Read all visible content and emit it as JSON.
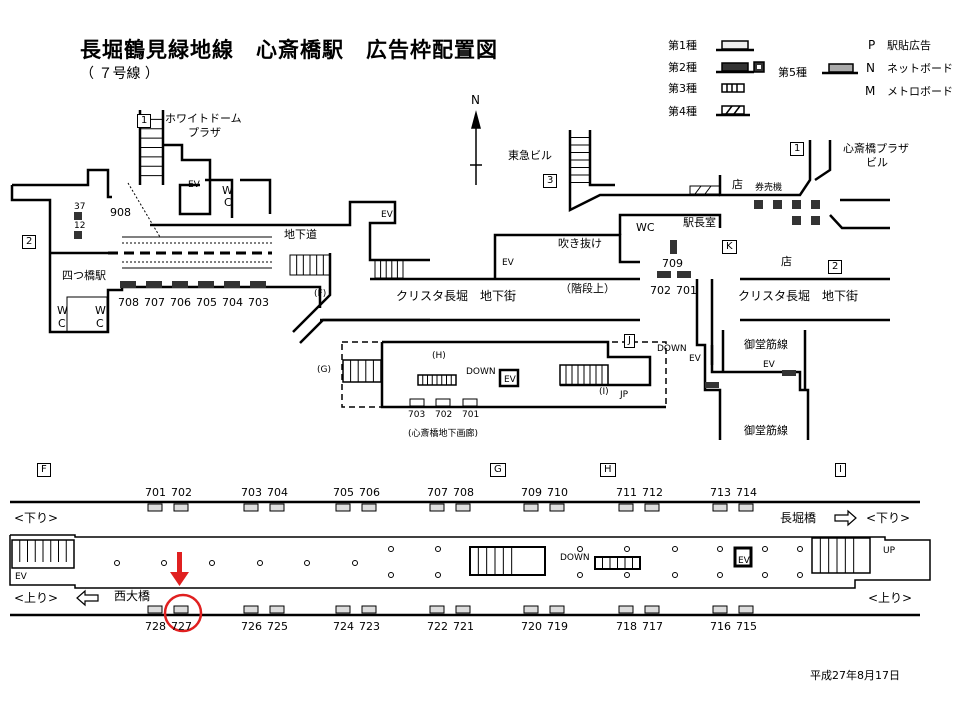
{
  "title": "長堀鶴見緑地線　心斎橋駅　広告枠配置図",
  "line": "（ ７号線 ）",
  "legend": {
    "type1": "第1種",
    "type2": "第2種",
    "type3": "第3種",
    "type4": "第4種",
    "type5": "第5種",
    "p_key": "P",
    "p_label": "駅貼広告",
    "n_key": "N",
    "n_label": "ネットボード",
    "m_key": "M",
    "m_label": "メトロボード"
  },
  "compass": "N",
  "concourse": {
    "exit1_left": "1",
    "white_dome": "ホワイトドーム",
    "white_dome2": "プラザ",
    "exit2_left": "2",
    "n37": "37",
    "n12": "12",
    "n908": "908",
    "yotsubashi": "四つ橋駅",
    "wc": "W",
    "wc2": "C",
    "chikado": "地下道",
    "ads_left": [
      "708",
      "707",
      "706",
      "705",
      "704",
      "703"
    ],
    "f": "(F)",
    "ev": "EV",
    "crysta1": "クリスタ長堀　地下街",
    "kaidan": "（階段上）",
    "tokyu": "東急ビル",
    "exit3": "3",
    "fukinuke": "吹き抜け",
    "wc_label": "WC",
    "ekichoshitsu": "駅長室",
    "mise": "店",
    "kenbaiki": "券売機",
    "k": "K",
    "n709": "709",
    "n702": "702",
    "n701": "701",
    "exit1_right": "1",
    "plaza1": "心斎橋プラザ",
    "plaza2": "ビル",
    "exit2_right": "2",
    "crysta2": "クリスタ長堀　地下街",
    "j": "J",
    "down": "DOWN",
    "midosuji1": "御堂筋線",
    "midosuji2": "御堂筋線",
    "g": "(G)",
    "h": "(H)",
    "i": "(I)",
    "jp": "JP",
    "gallery_ads": [
      "703",
      "702",
      "701"
    ],
    "gallery": "(心斎橋地下画廊)"
  },
  "platform": {
    "markers": [
      "F",
      "G",
      "H",
      "I"
    ],
    "top_ads": [
      "701",
      "702",
      "703",
      "704",
      "705",
      "706",
      "707",
      "708",
      "709",
      "710",
      "711",
      "712",
      "713",
      "714"
    ],
    "bottom_ads": [
      "728",
      "727",
      "726",
      "725",
      "724",
      "723",
      "722",
      "721",
      "720",
      "719",
      "718",
      "717",
      "716",
      "715"
    ],
    "kudari": "<下り>",
    "nagahoribashi": "長堀橋",
    "kudari2": "<下り>",
    "nobori": "<上り>",
    "nishiohashi": "西大橋",
    "nobori2": "<上り>",
    "down": "DOWN",
    "up": "UP",
    "ev": "EV",
    "highlighted_ad": "727",
    "highlight_color": "#e02020"
  },
  "date": "平成27年8月17日"
}
